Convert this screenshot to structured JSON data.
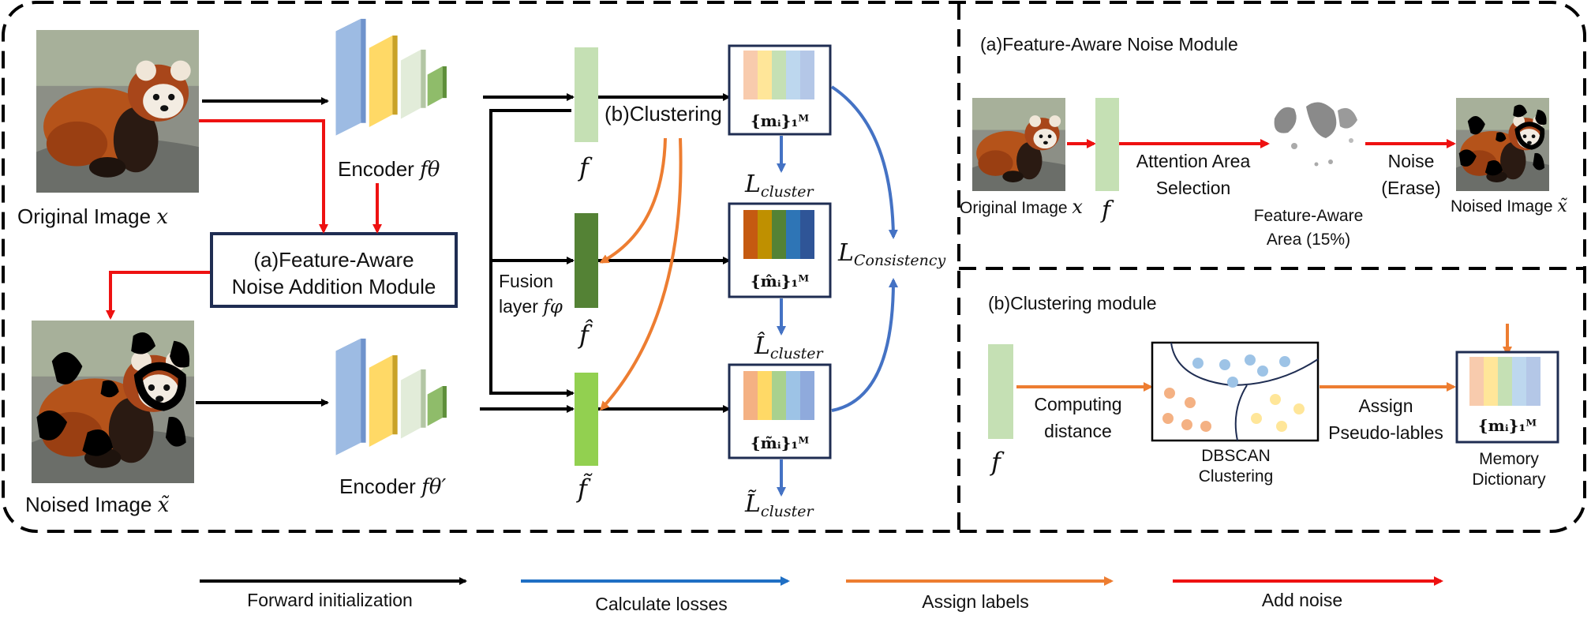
{
  "left_panel": {
    "original_image_label": "Original Image",
    "original_image_var": "x",
    "noised_image_label": "Noised Image",
    "noised_image_var": "x̃",
    "encoder_top_label": "Encoder",
    "encoder_top_var": "fθ",
    "encoder_bottom_label": "Encoder",
    "encoder_bottom_var": "fθ′",
    "noise_module_line1": "(a)Feature-Aware",
    "noise_module_line2": "Noise Addition Module",
    "clustering_label": "(b)Clustering",
    "fusion_line1": "Fusion",
    "fusion_line2": "layer",
    "fusion_var": "fφ",
    "feature_f": "f",
    "feature_f_hat": "f̂",
    "feature_f_tilde": "f̃",
    "mem_top": "{mᵢ}₁ᴹ",
    "mem_mid": "{m̂ᵢ}₁ᴹ",
    "mem_bot": "{m̃ᵢ}₁ᴹ",
    "loss_cluster": "L",
    "loss_cluster_sub": "cluster",
    "loss_hat": "L̂",
    "loss_tilde": "L̃",
    "loss_consistency": "L",
    "loss_consistency_sub": "Consistency"
  },
  "right_top": {
    "title": "(a)Feature-Aware Noise Module",
    "orig_label": "Original Image",
    "orig_var": "x",
    "feature_var": "f",
    "step1_line1": "Attention Area",
    "step1_line2": "Selection",
    "area_line1": "Feature-Aware",
    "area_line2": "Area (15%)",
    "step2_line1": "Noise",
    "step2_line2": "(Erase)",
    "noised_label": "Noised Image",
    "noised_var": "x̃"
  },
  "right_bottom": {
    "title": "(b)Clustering module",
    "feature_var": "f",
    "step1_line1": "Computing",
    "step1_line2": "distance",
    "dbscan_line1": "DBSCAN",
    "dbscan_line2": "Clustering",
    "step2_line1": "Assign",
    "step2_line2": "Pseudo-lables",
    "memory_var": "{mᵢ}₁ᴹ",
    "memory_line1": "Memory",
    "memory_line2": "Dictionary"
  },
  "legend": [
    {
      "label": "Forward initialization",
      "color": "#000000"
    },
    {
      "label": "Calculate losses",
      "color": "#1f6fc4"
    },
    {
      "label": "Assign labels",
      "color": "#ed7d31"
    },
    {
      "label": "Add noise",
      "color": "#ee1111"
    }
  ],
  "colors": {
    "red": "#ee1111",
    "blue": "#4472c4",
    "orange": "#ed7d31",
    "black": "#000000",
    "feature_light": "#c5e0b4",
    "feature_dark": "#548235",
    "feature_mid": "#92d050"
  }
}
